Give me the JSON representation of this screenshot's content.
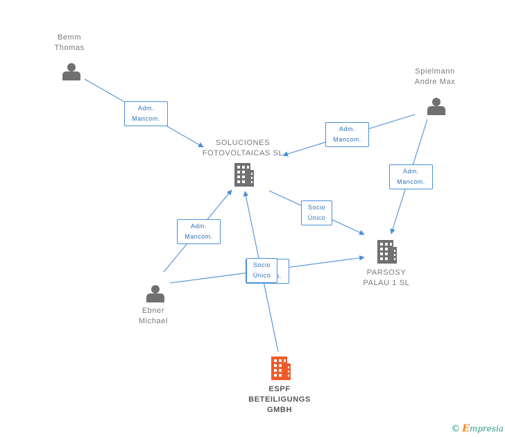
{
  "colors": {
    "edge": "#4a8fd8",
    "node_icon": "#707070",
    "main_icon": "#f05a28"
  },
  "nodes": {
    "bemm": {
      "line1": "Bemm",
      "line2": "Thomas",
      "icon": "person-icon"
    },
    "spielmann": {
      "line1": "Spielmann",
      "line2": "Andre Max",
      "icon": "person-icon"
    },
    "ebner": {
      "line1": "Ebner",
      "line2": "Michael",
      "icon": "person-icon"
    },
    "soluciones": {
      "line1": "SOLUCIONES",
      "line2": "FOTOVOLTAICAS SL",
      "icon": "building-icon"
    },
    "parsosy": {
      "line1": "PARSOSY",
      "line2": "PALAU 1 SL",
      "icon": "building-icon"
    },
    "espf": {
      "line1": "ESPF",
      "line2": "BETEILIGUNGS",
      "line3": "GMBH",
      "icon": "building-icon"
    }
  },
  "edges": {
    "bemm_soluciones": {
      "line1": "Adm.",
      "line2": "Mancom."
    },
    "spielmann_soluciones": {
      "line1": "Adm.",
      "line2": "Mancom."
    },
    "spielmann_parsosy": {
      "line1": "Adm.",
      "line2": "Mancom."
    },
    "soluciones_parsosy": {
      "line1": "Socio",
      "line2": "Único"
    },
    "ebner_soluciones": {
      "line1": "Adm.",
      "line2": "Mancom."
    },
    "ebner_parsosy": {
      "line1": "Adm.",
      "line2": "Mancom."
    },
    "espf_soluciones": {
      "line1": "Socio",
      "line2": "Único"
    }
  },
  "footer": {
    "copyright": "©",
    "brand_e": "E",
    "brand_rest": "mpresia"
  }
}
